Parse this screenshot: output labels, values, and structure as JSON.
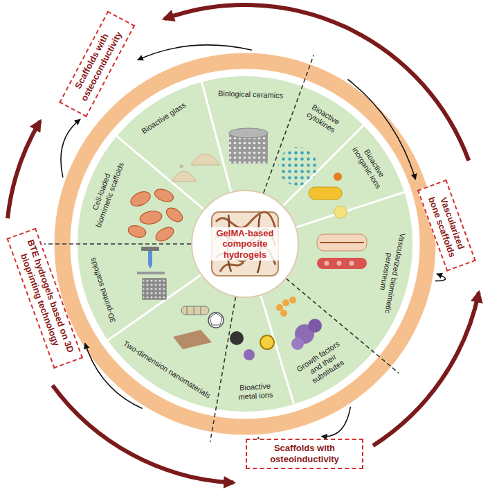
{
  "diagram": {
    "nodes": [
      {
        "text": [
          "GelMA-based composite hydrogels"
        ]
      },
      {
        "text": [
          "Cell-loaded biomimetic scaffolds"
        ]
      },
      {
        "text": [
          "Bioactive glass"
        ]
      },
      {
        "text": [
          "Biological ceramics"
        ]
      },
      {
        "text": [
          "Bioactive cytokines"
        ]
      },
      {
        "text": [
          "Bioactive inorganic ions"
        ]
      },
      {
        "text": [
          "Vascularized biomimetic periosteum"
        ]
      },
      {
        "text": [
          "Growth factors and their substitutes"
        ]
      },
      {
        "text": [
          "Bioactive metal ions"
        ]
      },
      {
        "text": [
          "Two-dimension nanomaterials"
        ]
      },
      {
        "text": [
          "3D-printed scaffolds"
        ]
      },
      {
        "text": [
          "Scaffolds with osteoconductivity"
        ]
      },
      {
        "text": [
          "Vascularized bone scaffolds"
        ]
      },
      {
        "text": [
          "Scaffolds with osteoinductivity"
        ]
      },
      {
        "text": [
          "BTE hydrogels based on 3D bioprinting technology"
        ]
      }
    ],
    "edges": [
      {
        "from": 1,
        "to": 11,
        "arrow": "to"
      },
      {
        "from": 3,
        "to": 11,
        "arrow": "to"
      },
      {
        "from": 4,
        "to": 12,
        "arrow": "to"
      },
      {
        "from": 6,
        "to": 12,
        "arrow": "to"
      },
      {
        "from": 7,
        "to": 13,
        "arrow": "to"
      },
      {
        "from": 8,
        "to": 13,
        "arrow": "to"
      },
      {
        "from": 9,
        "to": 14,
        "arrow": "to"
      },
      {
        "from": 12,
        "to": 11,
        "arrow": "to"
      },
      {
        "from": 14,
        "to": 11,
        "arrow": "to"
      },
      {
        "from": 14,
        "to": 13,
        "arrow": "to"
      },
      {
        "from": 13,
        "to": 12,
        "arrow": "to"
      }
    ]
  }
}
